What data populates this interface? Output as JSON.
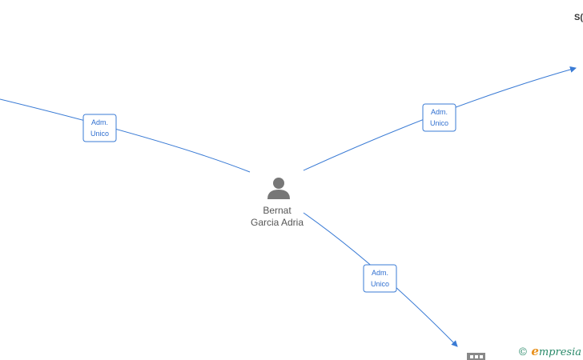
{
  "person": {
    "name_line1": "Bernat",
    "name_line2": "Garcia Adria"
  },
  "edges": [
    {
      "id": "left",
      "label_line1": "Adm.",
      "label_line2": "Unico"
    },
    {
      "id": "top-right",
      "label_line1": "Adm.",
      "label_line2": "Unico"
    },
    {
      "id": "bottom",
      "label_line1": "Adm.",
      "label_line2": "Unico"
    }
  ],
  "corner_label": "S(",
  "watermark": {
    "copyright": "©",
    "brand_initial": "e",
    "brand_rest": "mpresia"
  },
  "colors": {
    "edge": "#3a7bd5",
    "person_icon": "#777777",
    "company_icon": "#888888",
    "brand_green": "#2a8a6a",
    "brand_orange": "#e8901c"
  }
}
